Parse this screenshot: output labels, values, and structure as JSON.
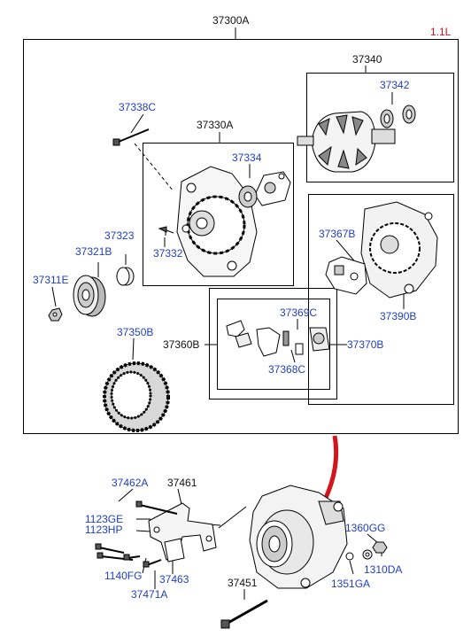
{
  "variant_label": "1.1L",
  "colors": {
    "part_blue": "#1f3fbf",
    "assembly_black": "#111111",
    "variant_red": "#d4141c"
  },
  "parts": {
    "p37300A": "37300A",
    "p37340": "37340",
    "p37342": "37342",
    "p37338C": "37338C",
    "p37330A": "37330A",
    "p37334": "37334",
    "p37323": "37323",
    "p37321B": "37321B",
    "p37311E": "37311E",
    "p37332": "37332",
    "p37367B": "37367B",
    "p37390B": "37390B",
    "p37369C": "37369C",
    "p37360B": "37360B",
    "p37370B": "37370B",
    "p37368C": "37368C",
    "p37350B": "37350B",
    "p37462A": "37462A",
    "p37461": "37461",
    "p1123GE": "1123GE",
    "p1123HP": "1123HP",
    "p1140FG": "1140FG",
    "p37463": "37463",
    "p37471A": "37471A",
    "p37451": "37451",
    "p1360GG": "1360GG",
    "p1310DA": "1310DA",
    "p1351GA": "1351GA"
  }
}
